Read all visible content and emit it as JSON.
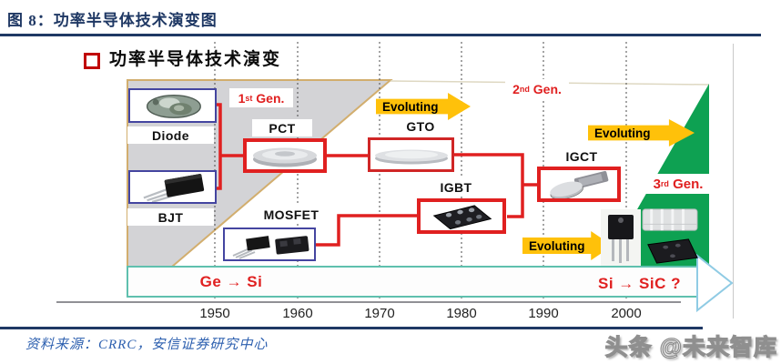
{
  "header": {
    "figure_label": "图 8：功率半导体技术演变图"
  },
  "diagram": {
    "title": "功率半导体技术演变",
    "gen1": {
      "num": "1",
      "sup": "st",
      "rest": " Gen."
    },
    "gen2": {
      "num": "2",
      "sup": "nd",
      "rest": " Gen."
    },
    "gen3": {
      "num": "3",
      "sup": "rd",
      "rest": " Gen."
    },
    "evolving1": "Evoluting",
    "evolving2": "Evoluting",
    "evolving3": "Evoluting",
    "components": {
      "diode": "Diode",
      "bjt": "BJT",
      "pct": "PCT",
      "mosfet": "MOSFET",
      "gto": "GTO",
      "igbt": "IGBT",
      "igct": "IGCT"
    },
    "timeline": {
      "left_label": "Ge → Si",
      "right_label": "Si → SiC ?",
      "years": [
        "1950",
        "1960",
        "1970",
        "1980",
        "1990",
        "2000"
      ]
    },
    "colors": {
      "accent_red": "#E02020",
      "gen1_gray": "#D3D3D6",
      "gen3_green": "#0EA152",
      "arrow_yellow": "#FFC10A",
      "component_box_blue": "#4445A0",
      "band_teal": "#5FC0AE",
      "header_navy": "#1F3864",
      "source_blue": "#2C5FAF"
    }
  },
  "footer": {
    "source": "资料来源：CRRC，安信证券研究中心",
    "watermark": "头条 @未来智库"
  }
}
